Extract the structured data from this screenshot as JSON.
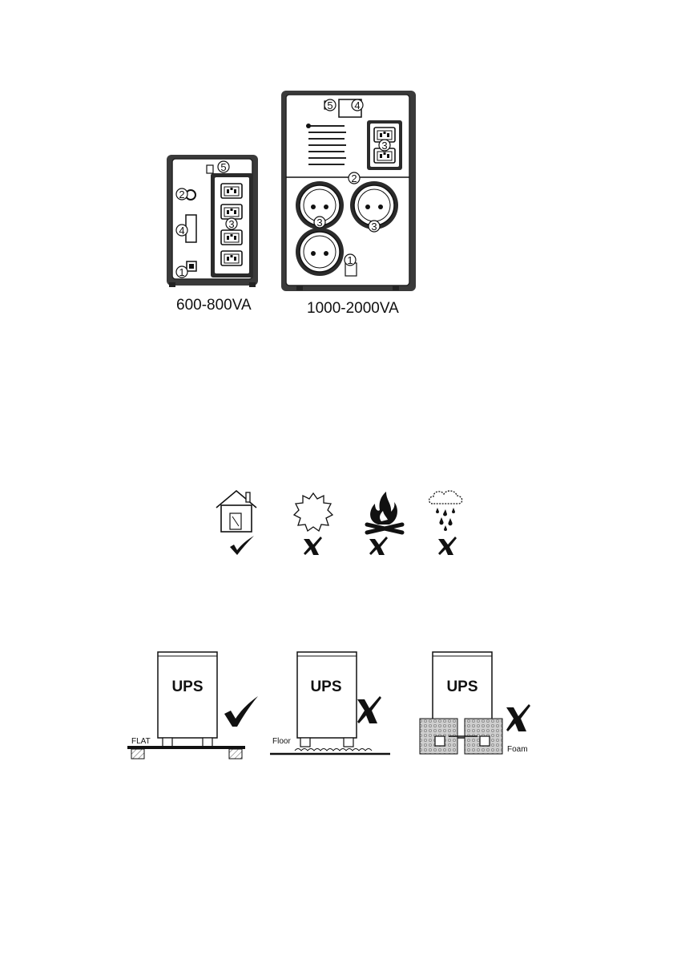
{
  "ups_rear_views": {
    "small": {
      "model_label": "600-800VA",
      "callouts": [
        "1",
        "2",
        "3",
        "4",
        "5"
      ]
    },
    "large": {
      "model_label": "1000-2000VA",
      "callouts": [
        "1",
        "2",
        "3",
        "4",
        "5"
      ]
    }
  },
  "environment_icons": [
    {
      "icon": "indoor-house-icon",
      "verdict": "check-mark"
    },
    {
      "icon": "sunlight-icon",
      "verdict": "cross-mark"
    },
    {
      "icon": "fire-icon",
      "verdict": "cross-mark"
    },
    {
      "icon": "rain-icon",
      "verdict": "cross-mark"
    }
  ],
  "placement_examples": [
    {
      "unit_label": "UPS",
      "surface_label": "FLAT",
      "verdict": "check-mark"
    },
    {
      "unit_label": "UPS",
      "surface_label": "Floor",
      "verdict": "cross-mark"
    },
    {
      "unit_label": "UPS",
      "surface_label": "Foam",
      "verdict": "cross-mark"
    }
  ]
}
